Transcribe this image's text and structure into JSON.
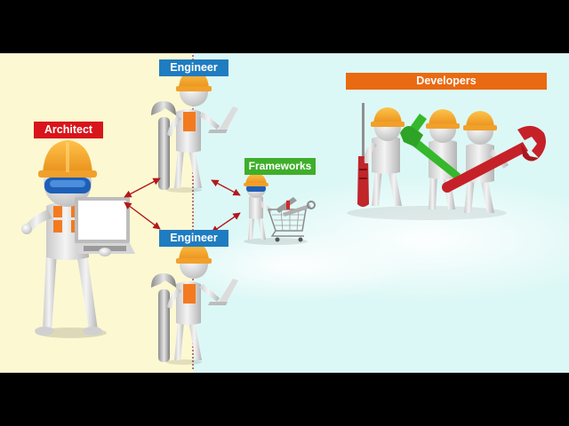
{
  "labels": {
    "architect": "Architect",
    "engineer_top": "Engineer",
    "engineer_bottom": "Engineer",
    "frameworks": "Frameworks",
    "developers": "Developers"
  },
  "colors": {
    "architect_label": "#d8151b",
    "engineer_label": "#1f7cc0",
    "frameworks_label": "#3fae2a",
    "developers_label": "#ea6a12",
    "left_panel": "#fcf8d2",
    "right_panel": "#dcf8f6",
    "hard_hat": "#f6a623",
    "safety_vest": "#f47a20",
    "arrow": "#b0191c"
  },
  "icons": [
    "hard-hat-icon",
    "laptop-icon",
    "wrench-icon",
    "screwdriver-icon",
    "hammer-icon",
    "shopping-cart-icon",
    "goggles-icon"
  ]
}
